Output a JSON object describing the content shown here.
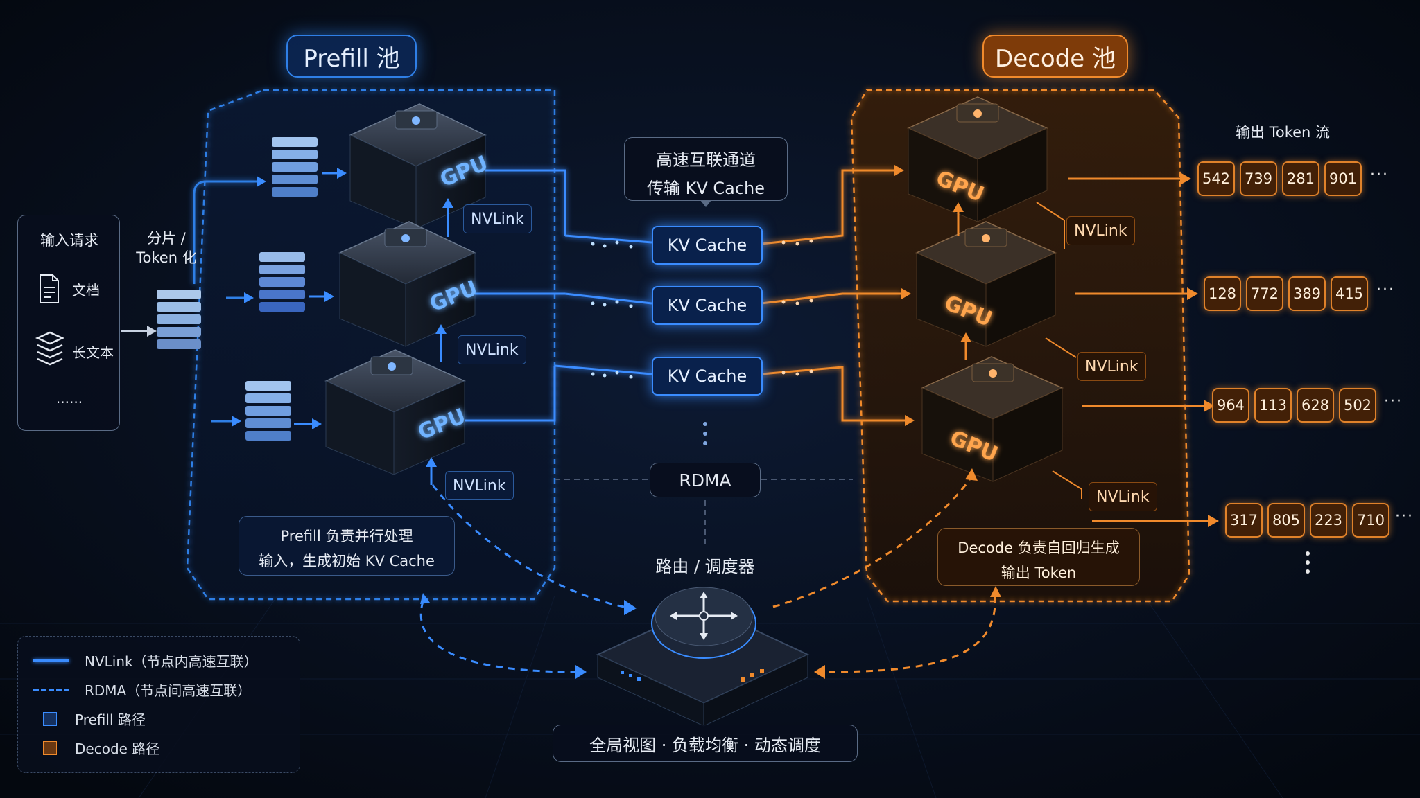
{
  "prefill_pool": {
    "title": "Prefill 池"
  },
  "decode_pool": {
    "title": "Decode 池"
  },
  "input_panel": {
    "title": "输入请求",
    "items": [
      {
        "label": "文档",
        "icon": "document-icon"
      },
      {
        "label": "长文本",
        "icon": "stack-layers-icon"
      }
    ],
    "more": "......"
  },
  "tokenize": {
    "line1": "分片 /",
    "line2": "Token 化"
  },
  "interconnect": {
    "line1": "高速互联通道",
    "line2": "传输 KV Cache"
  },
  "kv_cache": [
    "KV Cache",
    "KV Cache",
    "KV Cache"
  ],
  "gpu_label": "GPU",
  "nvlink_label": "NVLink",
  "rdma_label": "RDMA",
  "router": {
    "title": "路由 / 调度器",
    "caption": "全局视图 · 负载均衡 · 动态调度"
  },
  "prefill_note": {
    "line1": "Prefill 负责并行处理",
    "line2": "输入，生成初始 KV Cache"
  },
  "decode_note": {
    "line1": "Decode 负责自回归生成",
    "line2": "输出 Token"
  },
  "output": {
    "title": "输出 Token 流",
    "rows": [
      [
        "542",
        "739",
        "281",
        "901"
      ],
      [
        "128",
        "772",
        "389",
        "415"
      ],
      [
        "964",
        "113",
        "628",
        "502"
      ],
      [
        "317",
        "805",
        "223",
        "710"
      ]
    ],
    "more": "···"
  },
  "legend": {
    "nvlink": "NVLink（节点内高速互联）",
    "rdma": "RDMA（节点间高速互联）",
    "prefill": "Prefill 路径",
    "decode": "Decode 路径"
  },
  "colors": {
    "prefill": "#2f7fe6",
    "decode": "#f08a2c",
    "background": "#050b17"
  }
}
